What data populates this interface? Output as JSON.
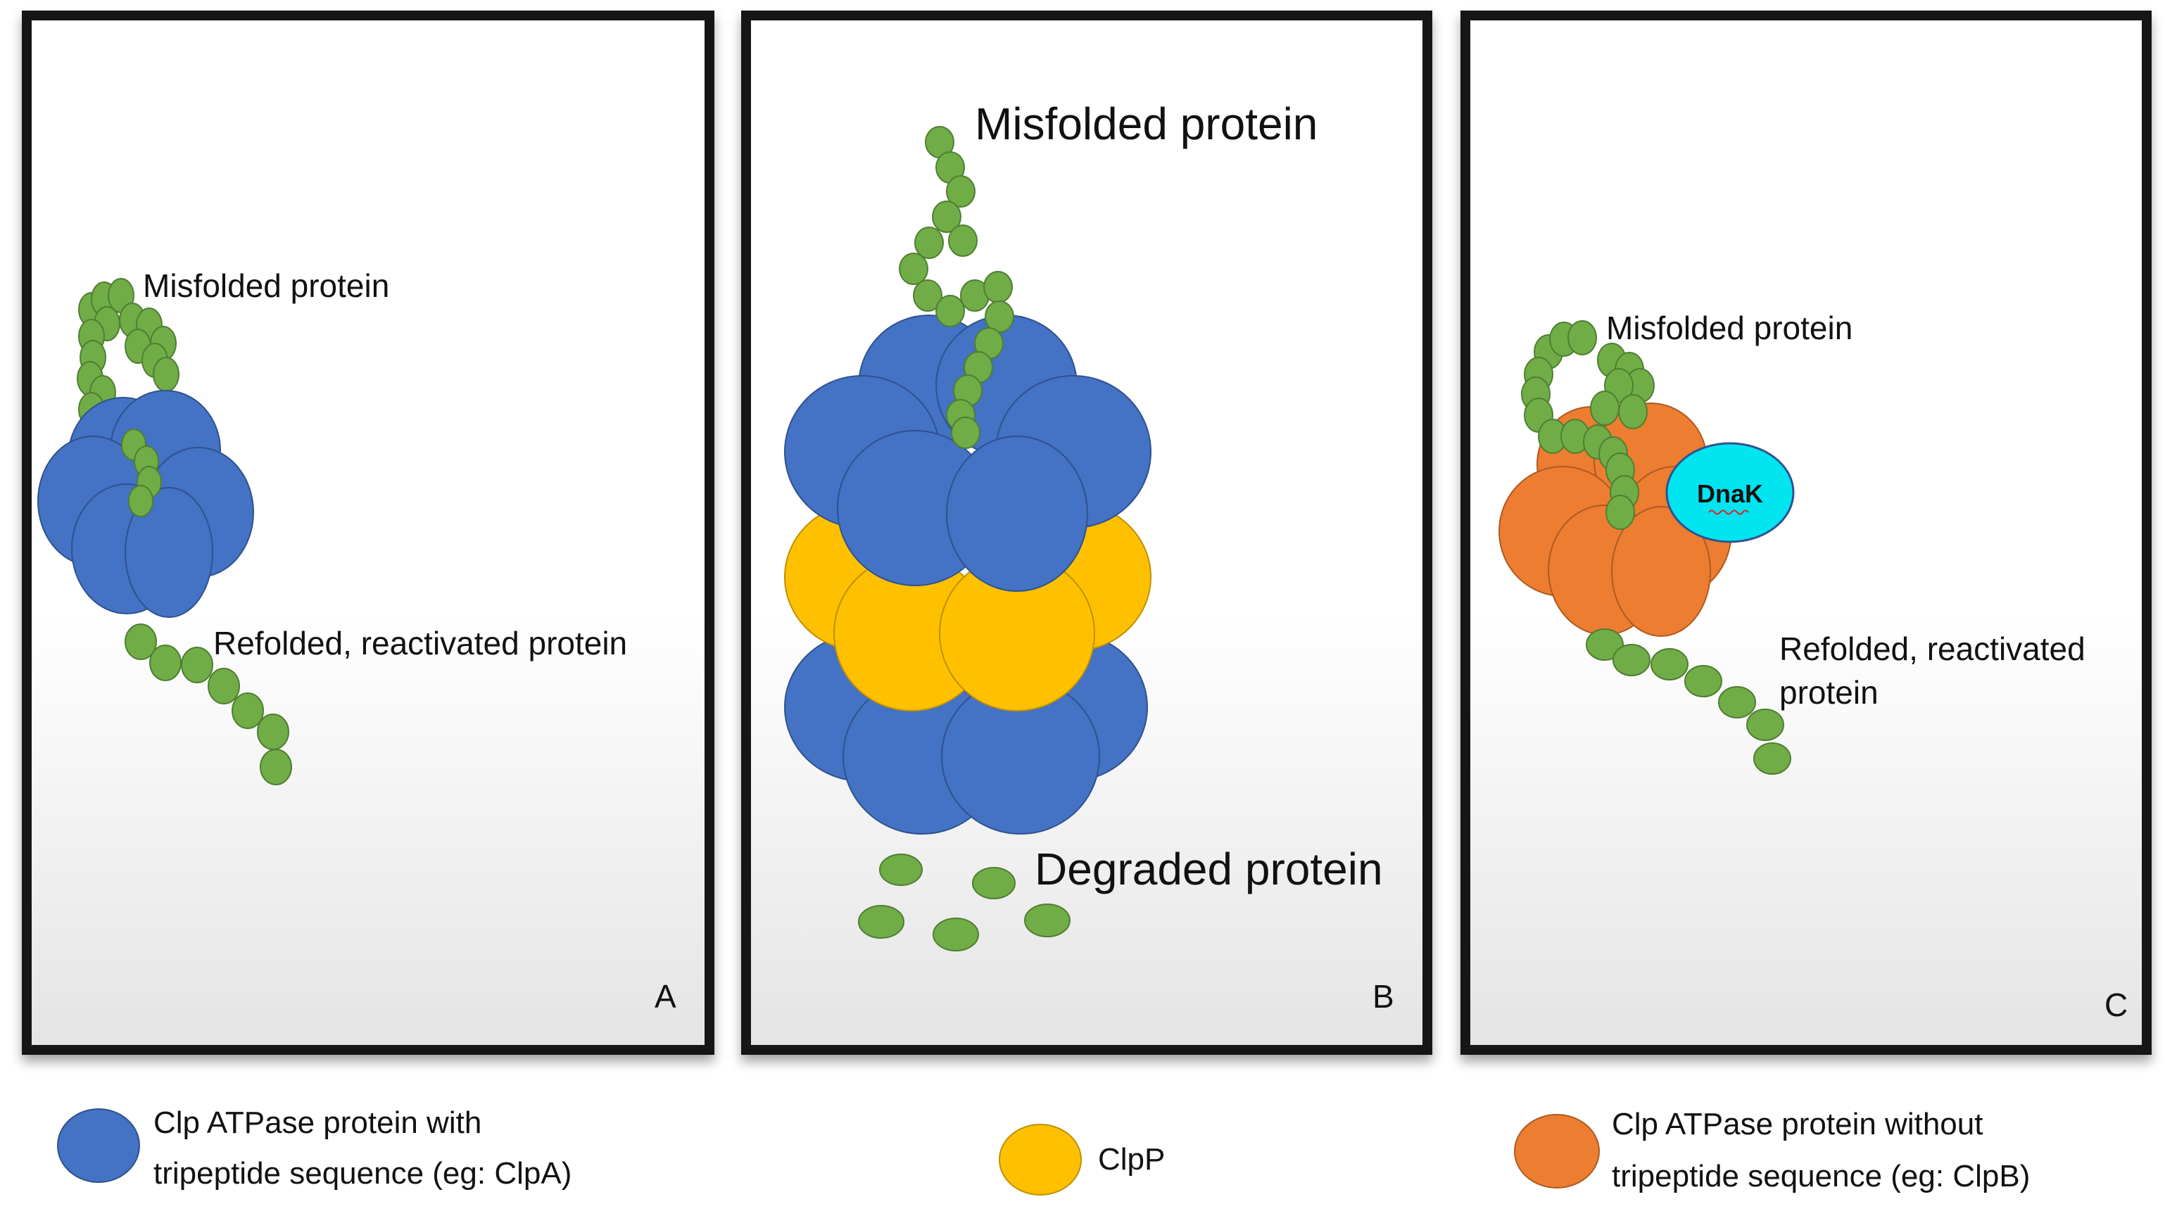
{
  "colors": {
    "blue": "#4472C4",
    "yellow": "#FFC000",
    "orange": "#ED7D31",
    "green": "#70AD47",
    "cyan": "#00E5F0"
  },
  "panels": [
    {
      "letter": "A",
      "labels": {
        "top": "Misfolded protein",
        "bottom": "Refolded, reactivated protein"
      }
    },
    {
      "letter": "B",
      "labels": {
        "top": "Misfolded protein",
        "bottom": "Degraded protein"
      }
    },
    {
      "letter": "C",
      "labels": {
        "top": "Misfolded protein",
        "bottom_line1": "Refolded, reactivated",
        "bottom_line2": "protein",
        "chaperone": "DnaK"
      }
    }
  ],
  "legend": [
    {
      "color_name": "blue",
      "line1": "Clp ATPase protein with",
      "line2": "tripeptide sequence (eg: ClpA)"
    },
    {
      "color_name": "yellow",
      "line1": "ClpP"
    },
    {
      "color_name": "orange",
      "line1": "Clp ATPase protein without",
      "line2": "tripeptide sequence (eg: ClpB)"
    }
  ]
}
